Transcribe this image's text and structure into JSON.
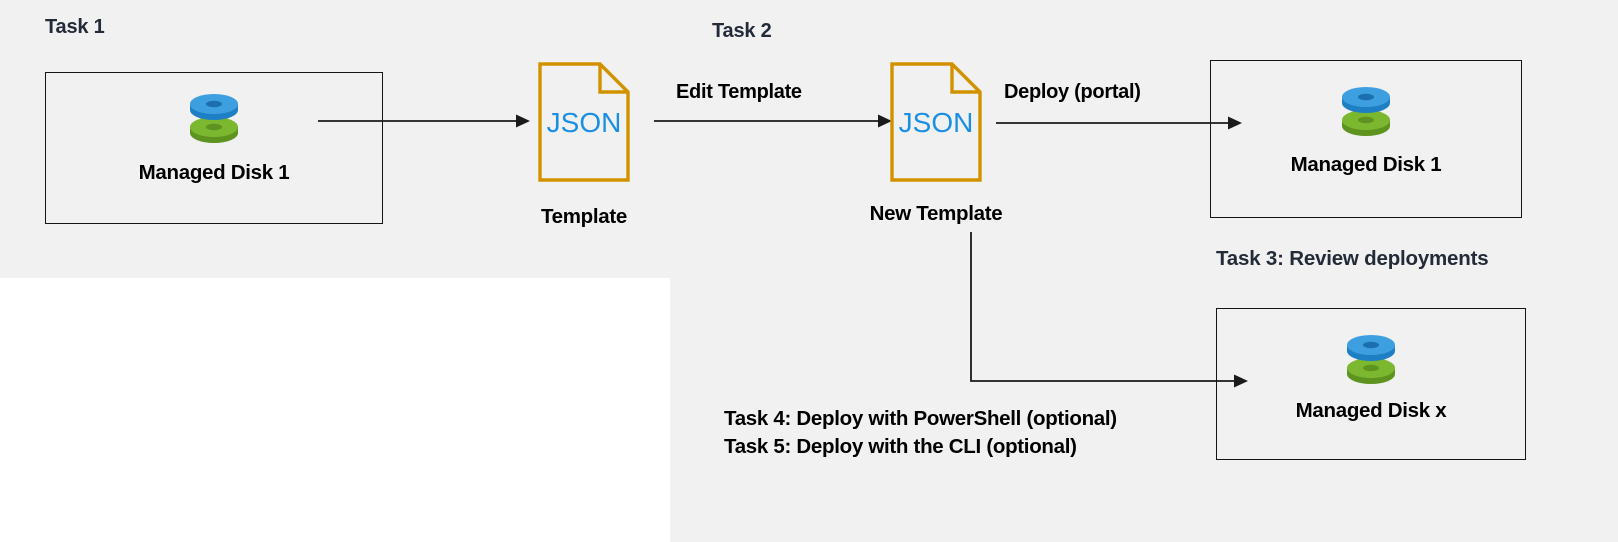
{
  "colors": {
    "panel_bg": "#f1f1f1",
    "page_bg": "#ffffff",
    "box_border": "#141414",
    "task_label": "#242b38",
    "body_text": "#000000",
    "json_border": "#d29200",
    "json_text": "#1a8fe3",
    "disk_blue_top": "#3e9fe0",
    "disk_blue_side": "#1f7fc4",
    "disk_green_top": "#7cb82f",
    "disk_green_side": "#5e9320",
    "arrow": "#1a1a1a"
  },
  "sections": {
    "task1": {
      "label": "Task 1"
    },
    "task2": {
      "label": "Task 2"
    }
  },
  "boxes": [
    {
      "id": "disk1-left",
      "caption": "Managed Disk 1"
    },
    {
      "id": "disk1-right",
      "caption": "Managed Disk 1"
    },
    {
      "id": "diskx",
      "caption": "Managed Disk x"
    }
  ],
  "documents": [
    {
      "id": "template",
      "badge": "JSON",
      "caption": "Template"
    },
    {
      "id": "new-template",
      "badge": "JSON",
      "caption": "New Template"
    }
  ],
  "connectors": [
    {
      "id": "disk-to-template",
      "label": ""
    },
    {
      "id": "template-to-new",
      "label": "Edit Template"
    },
    {
      "id": "new-to-disk1",
      "label": "Deploy (portal)"
    },
    {
      "id": "new-to-diskx",
      "label": ""
    }
  ],
  "annotations": {
    "task3": "Task 3: Review deployments",
    "task4": "Task 4: Deploy with PowerShell (optional)",
    "task5": "Task 5: Deploy with the CLI (optional)"
  }
}
